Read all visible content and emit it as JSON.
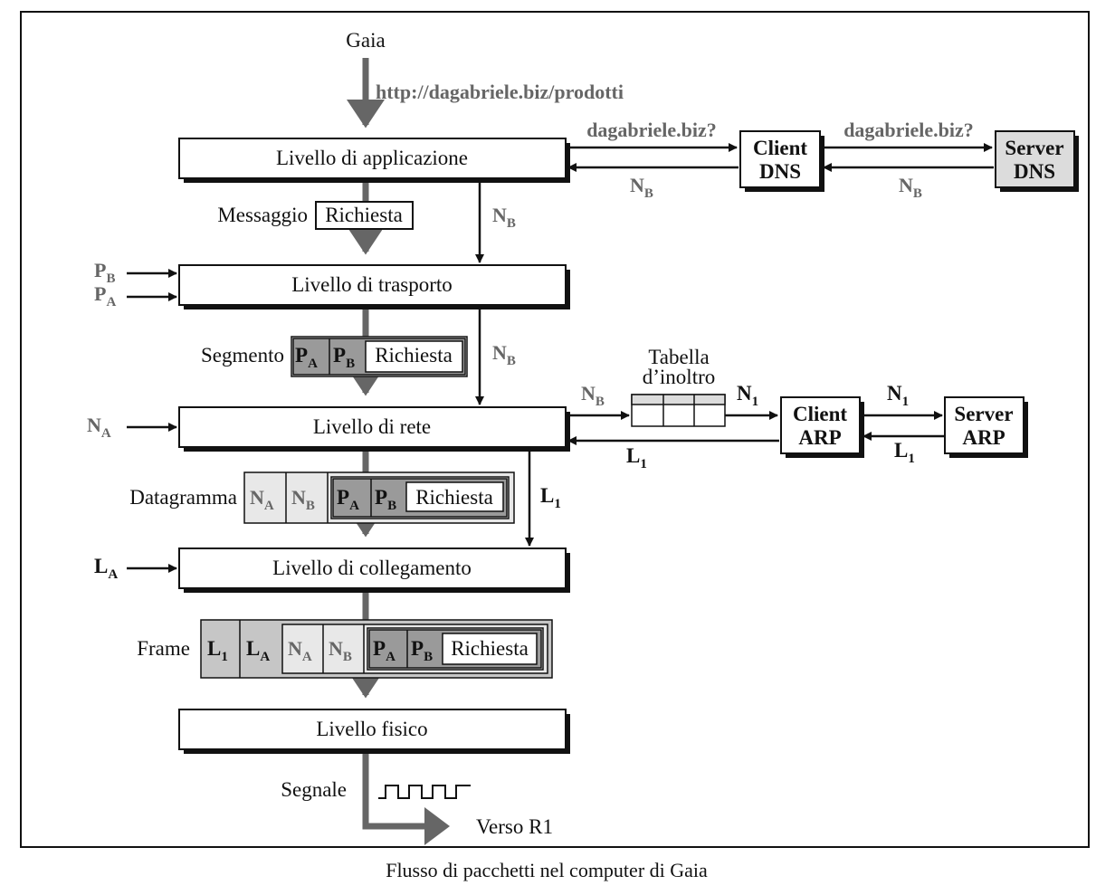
{
  "sender": "Gaia",
  "url": "http://dagabriele.biz/prodotti",
  "layers": {
    "application": "Livello di applicazione",
    "transport": "Livello di trasporto",
    "network": "Livello di rete",
    "link": "Livello di collegamento",
    "physical": "Livello fisico"
  },
  "units": {
    "message": "Messaggio",
    "segment": "Segmento",
    "datagram": "Datagramma",
    "frame": "Frame",
    "signal": "Segnale"
  },
  "payload": "Richiesta",
  "dns": {
    "query": "dagabriele.biz?",
    "client_line1": "Client",
    "client_line2": "DNS",
    "server_line1": "Server",
    "server_line2": "DNS"
  },
  "arp": {
    "client_line1": "Client",
    "client_line2": "ARP",
    "server_line1": "Server",
    "server_line2": "ARP"
  },
  "forwarding_table": {
    "line1": "Tabella",
    "line2": "d’inoltro"
  },
  "destination": "Verso R1",
  "caption": "Flusso di pacchetti nel computer di Gaia",
  "symbols": {
    "P": "P",
    "N": "N",
    "L": "L",
    "A": "A",
    "B": "B",
    "one": "1"
  },
  "colors": {
    "flow": "#666666",
    "dark_cell": "#9a9a9a",
    "light_cell": "#e8e8e8",
    "frame_cell": "#c6c6c6",
    "server_box": "#dcdcdc",
    "gray_text": "#666666"
  }
}
